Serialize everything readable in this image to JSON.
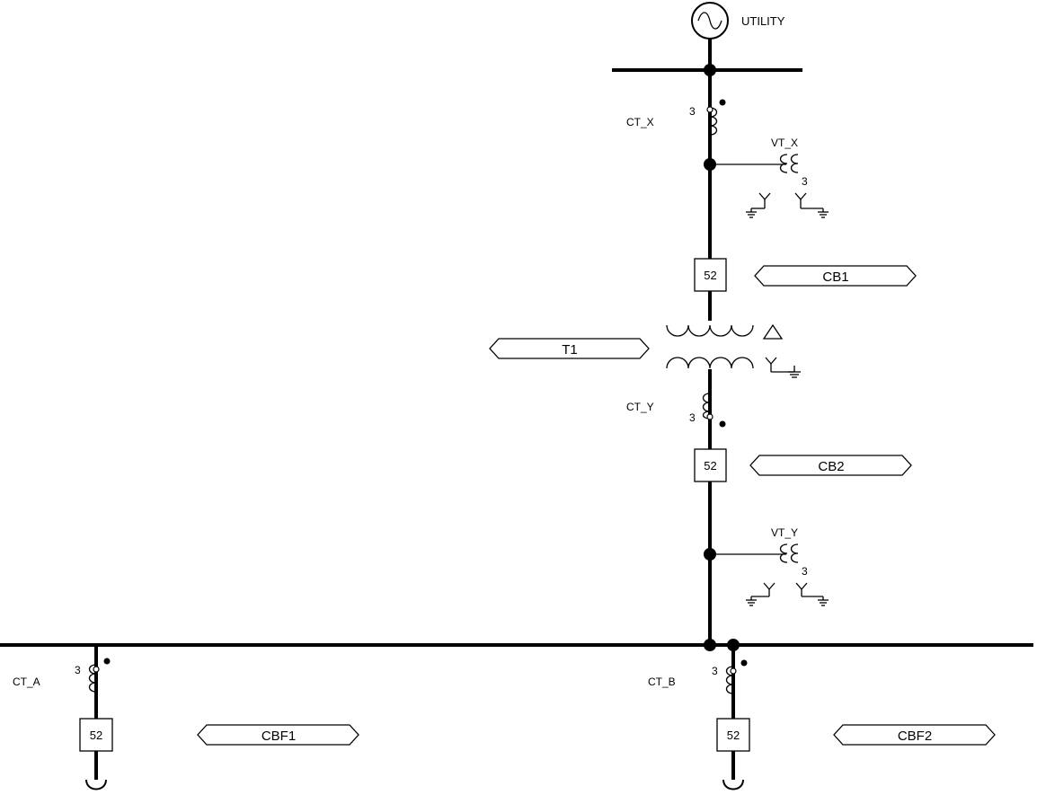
{
  "source": {
    "label": "UTILITY"
  },
  "current_transformers": {
    "ct_x": {
      "label": "CT_X",
      "ratio": "3"
    },
    "ct_y": {
      "label": "CT_Y",
      "ratio": "3"
    },
    "ct_a": {
      "label": "CT_A",
      "ratio": "3"
    },
    "ct_b": {
      "label": "CT_B",
      "ratio": "3"
    }
  },
  "voltage_transformers": {
    "vt_x": {
      "label": "VT_X",
      "ratio": "3"
    },
    "vt_y": {
      "label": "VT_Y",
      "ratio": "3"
    }
  },
  "breakers": {
    "cb1": {
      "device": "52",
      "tag": "CB1"
    },
    "cb2": {
      "device": "52",
      "tag": "CB2"
    },
    "cbf1": {
      "device": "52",
      "tag": "CBF1"
    },
    "cbf2": {
      "device": "52",
      "tag": "CBF2"
    }
  },
  "transformer": {
    "tag": "T1"
  }
}
